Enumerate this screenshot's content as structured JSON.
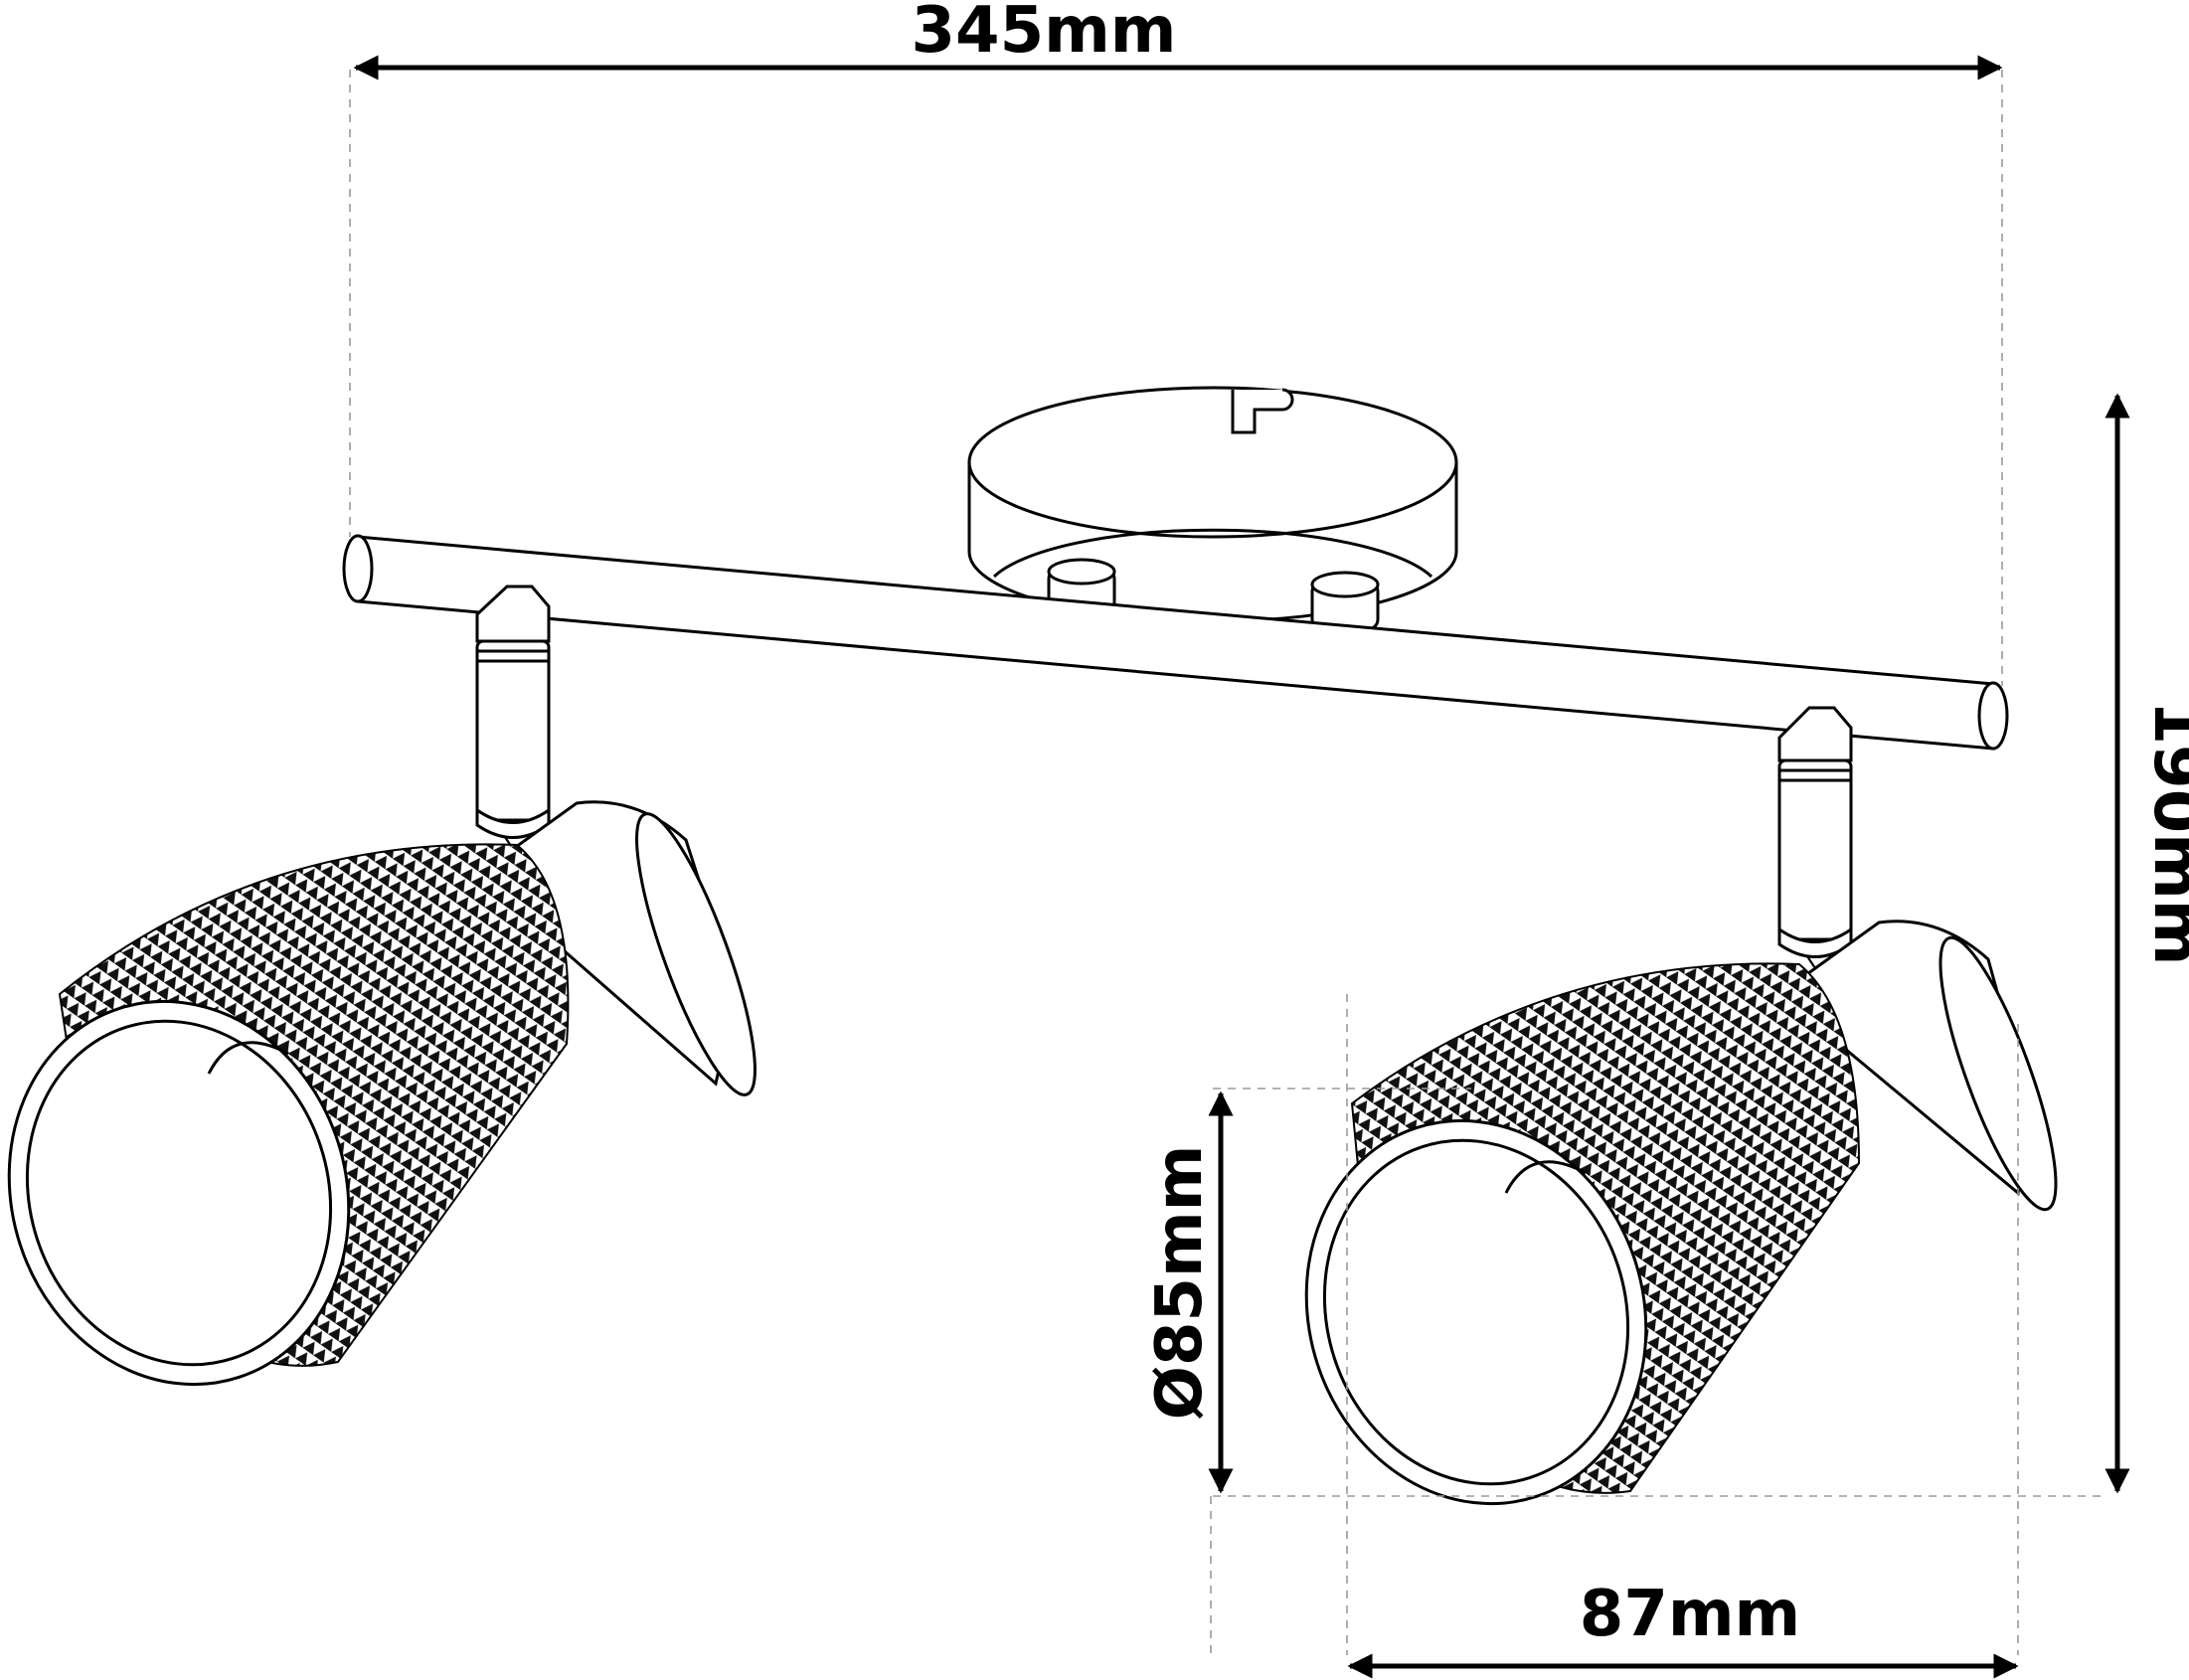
{
  "dimensions": {
    "width": "345mm",
    "height": "190mm",
    "shade_diameter": "Ø85mm",
    "shade_depth": "87mm"
  }
}
